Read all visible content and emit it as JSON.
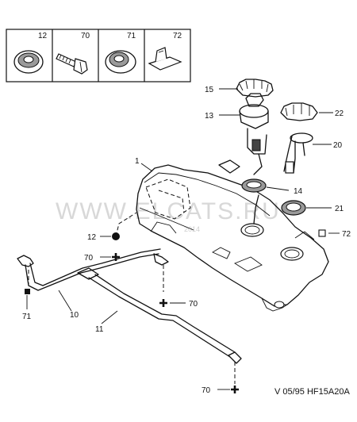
{
  "legend": {
    "boxes": [
      {
        "number": "12"
      },
      {
        "number": "70"
      },
      {
        "number": "71"
      },
      {
        "number": "72"
      }
    ]
  },
  "callouts": {
    "c15": "15",
    "c13": "13",
    "c22": "22",
    "c20": "20",
    "c1": "1",
    "c14": "14",
    "c21": "21",
    "c12": "12",
    "c72": "72",
    "c70a": "70",
    "c71": "71",
    "c10": "10",
    "c11": "11",
    "c70b": "70",
    "c70c": "70"
  },
  "watermark": {
    "site": "WWW.ELCATS.RU",
    "year": "2014"
  },
  "reference": "V 05/95 HF15A20A"
}
